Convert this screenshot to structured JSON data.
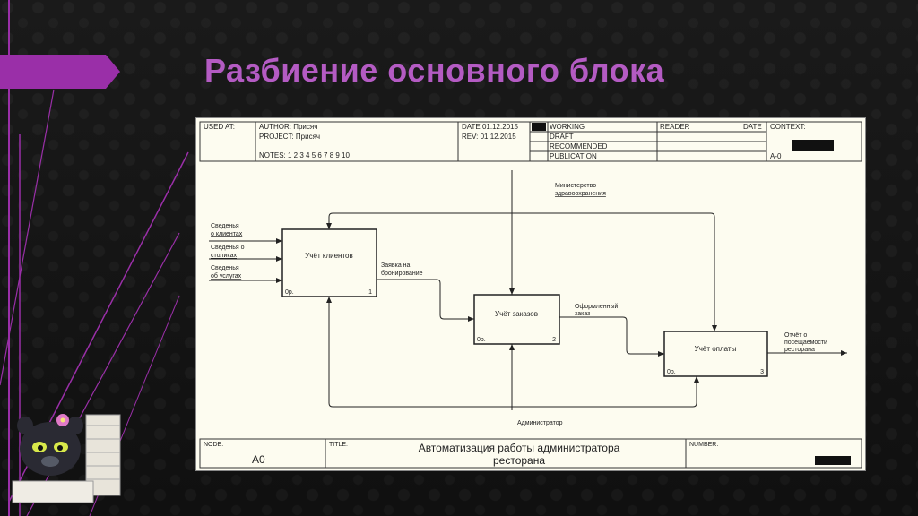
{
  "slide": {
    "title": "Разбиение основного блока"
  },
  "header": {
    "used_at": "USED AT:",
    "author": "AUTHOR:  Присяч",
    "project": "PROJECT:  Присяч",
    "date": "DATE  01.12.2015",
    "rev": "REV:  01.12.2015",
    "notes": "NOTES:  1  2  3  4  5  6  7  8  9  10",
    "status": [
      "WORKING",
      "DRAFT",
      "RECOMMENDED",
      "PUBLICATION"
    ],
    "reader": "READER",
    "reader_date": "DATE",
    "context": "CONTEXT:",
    "context_node": "A-0"
  },
  "boxes": [
    {
      "label": "Учёт клиентов",
      "cost": "0р.",
      "num": "1"
    },
    {
      "label": "Учёт заказов",
      "cost": "0р.",
      "num": "2"
    },
    {
      "label": "Учёт оплаты",
      "cost": "0р.",
      "num": "3"
    }
  ],
  "inputs": [
    {
      "line1": "Сведенья",
      "line2": "о клиентах"
    },
    {
      "line1": "Сведенья о",
      "line2": "столиках"
    },
    {
      "line1": "Сведенья",
      "line2": "об услугах"
    }
  ],
  "arrows": {
    "control_line1": "Министерство",
    "control_line2": "здравоохранения",
    "zayavka_line1": "Заявка на",
    "zayavka_line2": "бронирование",
    "oformlen_line1": "Оформленный",
    "oformlen_line2": "заказ",
    "output_line1": "Отчёт о",
    "output_line2": "посещаемости",
    "output_line3": "ресторана",
    "mechanism": "Администратор"
  },
  "footer": {
    "node_label": "NODE:",
    "node": "A0",
    "title_label": "TITLE:",
    "title_line1": "Автоматизация работы администратора",
    "title_line2": "ресторана",
    "number_label": "NUMBER:"
  },
  "colors": {
    "title": "#b45bc3",
    "accent": "#9a2fa8",
    "background": "#141414",
    "diagram_bg": "#fdfcf0"
  }
}
